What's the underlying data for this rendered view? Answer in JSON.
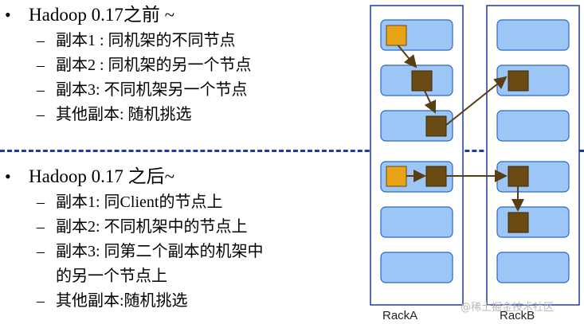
{
  "section_before": {
    "title": "Hadoop 0.17之前 ~",
    "items": [
      "副本1 : 同机架的不同节点",
      "副本2 : 同机架的另一个节点",
      "副本3: 不同机架另一个节点",
      "其他副本: 随机挑选"
    ]
  },
  "section_after": {
    "title": "Hadoop 0.17 之后~",
    "items": [
      "副本1: 同Client的节点上",
      "副本2: 不同机架中的节点上",
      "副本3: 同第二个副本的机架中",
      "的另一个节点上",
      "其他副本:随机挑选"
    ]
  },
  "diagram": {
    "rack_a_label": "RackA",
    "rack_b_label": "RackB",
    "colors": {
      "rack_border": "#1f3b9c",
      "node_fill": "#9cc6f6",
      "node_border": "#2a66c7",
      "replica_dark": "#6b4a13",
      "replica_client": "#e8a316",
      "arrow": "#5a3d10",
      "divider": "#1f3b9c"
    }
  },
  "watermark": "@稀土掘金技术社区"
}
